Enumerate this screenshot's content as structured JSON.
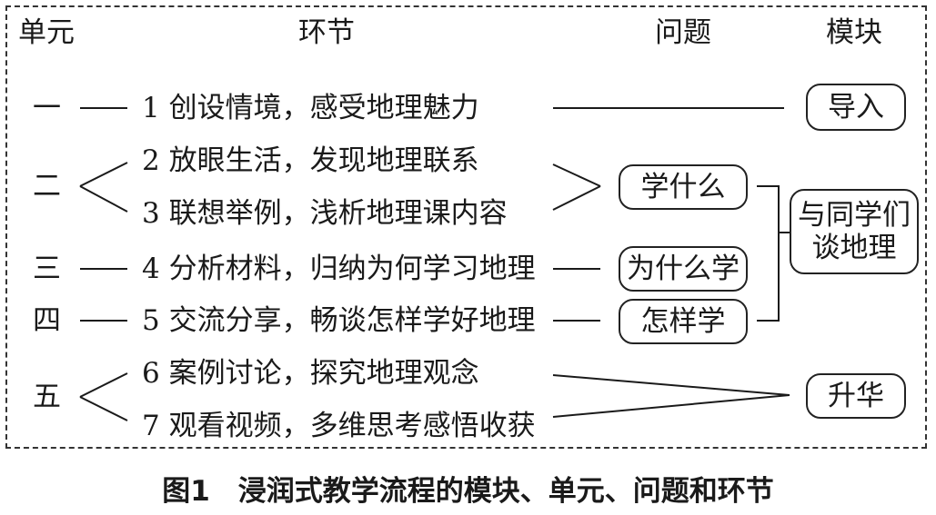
{
  "headers": {
    "unit": "单元",
    "step": "环节",
    "question": "问题",
    "module": "模块"
  },
  "units": [
    "一",
    "二",
    "三",
    "四",
    "五"
  ],
  "steps": [
    "1 创设情境，感受地理魅力",
    "2 放眼生活，发现地理联系",
    "3 联想举例，浅析地理课内容",
    "4 分析材料，归纳为何学习地理",
    "5 交流分享，畅谈怎样学好地理",
    "6 案例讨论，探究地理观念",
    "7 观看视频，多维思考感悟收获"
  ],
  "questions": [
    "学什么",
    "为什么学",
    "怎样学"
  ],
  "modules": {
    "intro": "导入",
    "discuss_line1": "与同学们",
    "discuss_line2": "谈地理",
    "sublimate": "升华"
  },
  "caption": "图1　浸润式教学流程的模块、单元、问题和环节"
}
